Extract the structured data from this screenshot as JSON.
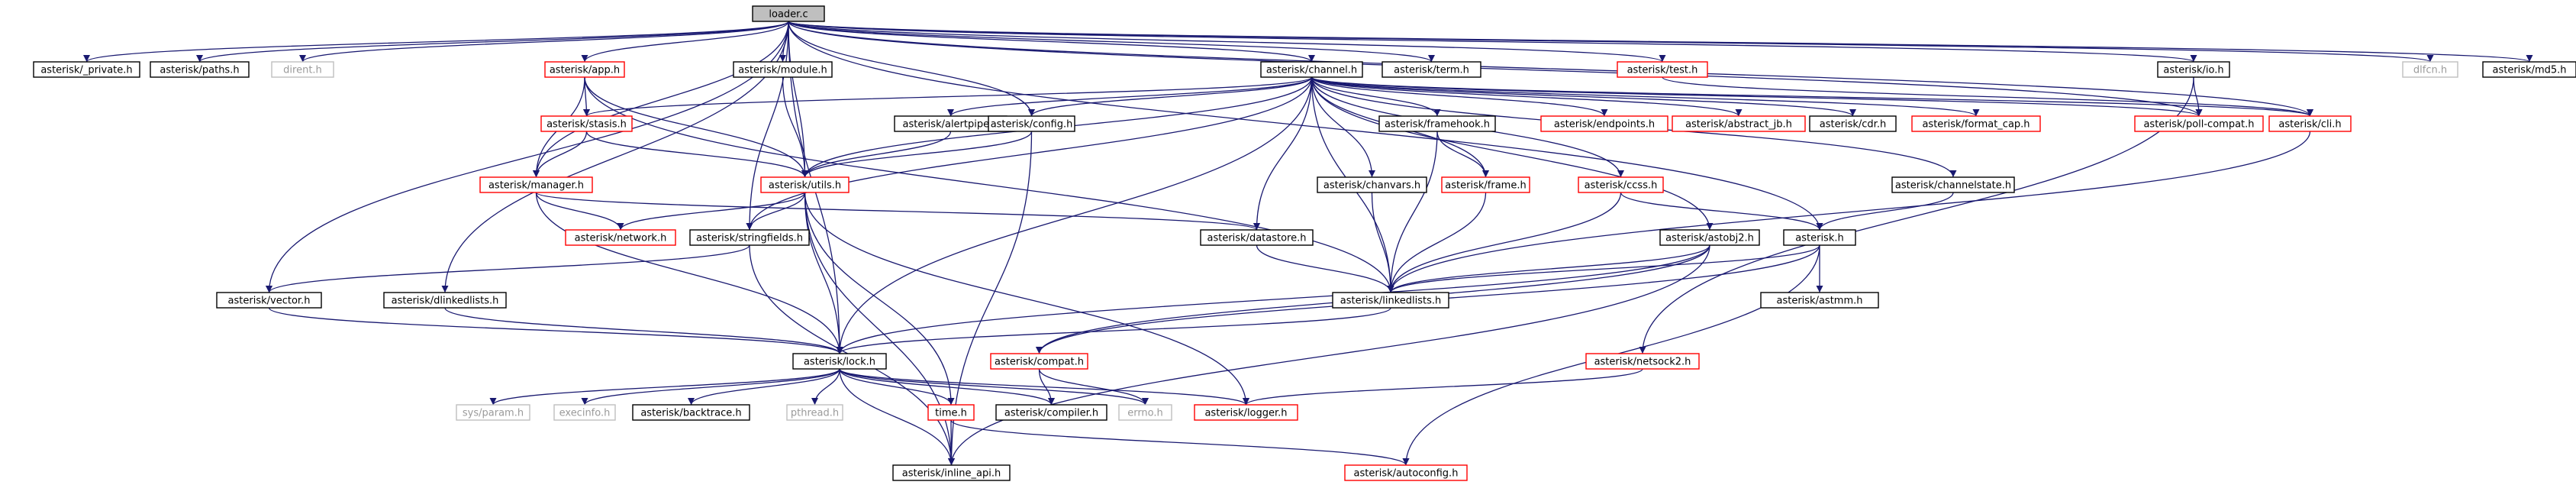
{
  "colors": {
    "root_fill": "#bfbfbf",
    "normal_border": "#000000",
    "incomplete_border": "#ff0000",
    "missing_border": "#bfbfbf",
    "missing_text": "#9a9a9a",
    "edge": "#191970"
  },
  "nodes": {
    "loader": {
      "label": "loader.c",
      "kind": "root"
    },
    "private": {
      "label": "asterisk/_private.h",
      "kind": "normal"
    },
    "paths": {
      "label": "asterisk/paths.h",
      "kind": "normal"
    },
    "dirent": {
      "label": "dirent.h",
      "kind": "missing"
    },
    "app": {
      "label": "asterisk/app.h",
      "kind": "incomplete"
    },
    "module": {
      "label": "asterisk/module.h",
      "kind": "normal"
    },
    "channel": {
      "label": "asterisk/channel.h",
      "kind": "normal"
    },
    "term": {
      "label": "asterisk/term.h",
      "kind": "normal"
    },
    "test": {
      "label": "asterisk/test.h",
      "kind": "incomplete"
    },
    "io": {
      "label": "asterisk/io.h",
      "kind": "normal"
    },
    "dlfcn": {
      "label": "dlfcn.h",
      "kind": "missing"
    },
    "md5": {
      "label": "asterisk/md5.h",
      "kind": "normal"
    },
    "stasis": {
      "label": "asterisk/stasis.h",
      "kind": "incomplete"
    },
    "alertpipe": {
      "label": "asterisk/alertpipe.h",
      "kind": "normal"
    },
    "config": {
      "label": "asterisk/config.h",
      "kind": "normal"
    },
    "framehook": {
      "label": "asterisk/framehook.h",
      "kind": "normal"
    },
    "endpoints": {
      "label": "asterisk/endpoints.h",
      "kind": "incomplete"
    },
    "abstract_jb": {
      "label": "asterisk/abstract_jb.h",
      "kind": "incomplete"
    },
    "cdr": {
      "label": "asterisk/cdr.h",
      "kind": "normal"
    },
    "format_cap": {
      "label": "asterisk/format_cap.h",
      "kind": "incomplete"
    },
    "poll_compat": {
      "label": "asterisk/poll-compat.h",
      "kind": "incomplete"
    },
    "cli": {
      "label": "asterisk/cli.h",
      "kind": "incomplete"
    },
    "manager": {
      "label": "asterisk/manager.h",
      "kind": "incomplete"
    },
    "utils": {
      "label": "asterisk/utils.h",
      "kind": "incomplete"
    },
    "frame": {
      "label": "asterisk/frame.h",
      "kind": "incomplete"
    },
    "chanvars": {
      "label": "asterisk/chanvars.h",
      "kind": "normal"
    },
    "ccss": {
      "label": "asterisk/ccss.h",
      "kind": "incomplete"
    },
    "channelstate": {
      "label": "asterisk/channelstate.h",
      "kind": "normal"
    },
    "network": {
      "label": "asterisk/network.h",
      "kind": "incomplete"
    },
    "stringfields": {
      "label": "asterisk/stringfields.h",
      "kind": "normal"
    },
    "datastore": {
      "label": "asterisk/datastore.h",
      "kind": "normal"
    },
    "astobj2": {
      "label": "asterisk/astobj2.h",
      "kind": "normal"
    },
    "asterisk": {
      "label": "asterisk.h",
      "kind": "normal"
    },
    "vector": {
      "label": "asterisk/vector.h",
      "kind": "normal"
    },
    "dlinkedlists": {
      "label": "asterisk/dlinkedlists.h",
      "kind": "normal"
    },
    "linkedlists": {
      "label": "asterisk/linkedlists.h",
      "kind": "normal"
    },
    "astmm": {
      "label": "asterisk/astmm.h",
      "kind": "normal"
    },
    "lock": {
      "label": "asterisk/lock.h",
      "kind": "normal"
    },
    "compat": {
      "label": "asterisk/compat.h",
      "kind": "incomplete"
    },
    "netsock2": {
      "label": "asterisk/netsock2.h",
      "kind": "incomplete"
    },
    "sysparam": {
      "label": "sys/param.h",
      "kind": "missing"
    },
    "execinfo": {
      "label": "execinfo.h",
      "kind": "missing"
    },
    "backtrace": {
      "label": "asterisk/backtrace.h",
      "kind": "normal"
    },
    "pthread": {
      "label": "pthread.h",
      "kind": "missing"
    },
    "time": {
      "label": "time.h",
      "kind": "incomplete"
    },
    "compiler": {
      "label": "asterisk/compiler.h",
      "kind": "normal"
    },
    "errno": {
      "label": "errno.h",
      "kind": "missing"
    },
    "logger": {
      "label": "asterisk/logger.h",
      "kind": "incomplete"
    },
    "inline_api": {
      "label": "asterisk/inline_api.h",
      "kind": "normal"
    },
    "autoconfig": {
      "label": "asterisk/autoconfig.h",
      "kind": "incomplete"
    }
  },
  "edges": [
    [
      "loader",
      "private"
    ],
    [
      "loader",
      "paths"
    ],
    [
      "loader",
      "dirent"
    ],
    [
      "loader",
      "app"
    ],
    [
      "loader",
      "module"
    ],
    [
      "loader",
      "channel"
    ],
    [
      "loader",
      "term"
    ],
    [
      "loader",
      "test"
    ],
    [
      "loader",
      "io"
    ],
    [
      "loader",
      "dlfcn"
    ],
    [
      "loader",
      "md5"
    ],
    [
      "loader",
      "manager"
    ],
    [
      "loader",
      "utils"
    ],
    [
      "loader",
      "config"
    ],
    [
      "loader",
      "vector"
    ],
    [
      "loader",
      "dlinkedlists"
    ],
    [
      "loader",
      "lock"
    ],
    [
      "loader",
      "stringfields"
    ],
    [
      "loader",
      "cli"
    ],
    [
      "loader",
      "asterisk"
    ],
    [
      "loader",
      "poll_compat"
    ],
    [
      "app",
      "stasis"
    ],
    [
      "app",
      "utils"
    ],
    [
      "app",
      "manager"
    ],
    [
      "app",
      "linkedlists"
    ],
    [
      "module",
      "utils"
    ],
    [
      "channel",
      "stasis"
    ],
    [
      "channel",
      "alertpipe"
    ],
    [
      "channel",
      "config"
    ],
    [
      "channel",
      "framehook"
    ],
    [
      "channel",
      "endpoints"
    ],
    [
      "channel",
      "abstract_jb"
    ],
    [
      "channel",
      "cdr"
    ],
    [
      "channel",
      "format_cap"
    ],
    [
      "channel",
      "poll_compat"
    ],
    [
      "channel",
      "cli"
    ],
    [
      "channel",
      "utils"
    ],
    [
      "channel",
      "frame"
    ],
    [
      "channel",
      "chanvars"
    ],
    [
      "channel",
      "ccss"
    ],
    [
      "channel",
      "channelstate"
    ],
    [
      "channel",
      "astobj2"
    ],
    [
      "channel",
      "datastore"
    ],
    [
      "channel",
      "stringfields"
    ],
    [
      "channel",
      "linkedlists"
    ],
    [
      "channel",
      "lock"
    ],
    [
      "test",
      "cli"
    ],
    [
      "io",
      "poll_compat"
    ],
    [
      "io",
      "netsock2"
    ],
    [
      "stasis",
      "manager"
    ],
    [
      "stasis",
      "utils"
    ],
    [
      "alertpipe",
      "utils"
    ],
    [
      "config",
      "utils"
    ],
    [
      "config",
      "inline_api"
    ],
    [
      "framehook",
      "frame"
    ],
    [
      "framehook",
      "linkedlists"
    ],
    [
      "cli",
      "linkedlists"
    ],
    [
      "manager",
      "network"
    ],
    [
      "manager",
      "datastore"
    ],
    [
      "manager",
      "lock"
    ],
    [
      "utils",
      "network"
    ],
    [
      "utils",
      "stringfields"
    ],
    [
      "utils",
      "lock"
    ],
    [
      "utils",
      "time"
    ],
    [
      "utils",
      "logger"
    ],
    [
      "utils",
      "inline_api"
    ],
    [
      "frame",
      "linkedlists"
    ],
    [
      "chanvars",
      "linkedlists"
    ],
    [
      "ccss",
      "asterisk"
    ],
    [
      "ccss",
      "linkedlists"
    ],
    [
      "channelstate",
      "asterisk"
    ],
    [
      "stringfields",
      "vector"
    ],
    [
      "stringfields",
      "inline_api"
    ],
    [
      "datastore",
      "linkedlists"
    ],
    [
      "astobj2",
      "linkedlists"
    ],
    [
      "astobj2",
      "lock"
    ],
    [
      "astobj2",
      "compat"
    ],
    [
      "astobj2",
      "inline_api"
    ],
    [
      "asterisk",
      "astmm"
    ],
    [
      "asterisk",
      "linkedlists"
    ],
    [
      "asterisk",
      "compat"
    ],
    [
      "asterisk",
      "autoconfig"
    ],
    [
      "vector",
      "lock"
    ],
    [
      "dlinkedlists",
      "lock"
    ],
    [
      "linkedlists",
      "lock"
    ],
    [
      "lock",
      "sysparam"
    ],
    [
      "lock",
      "execinfo"
    ],
    [
      "lock",
      "backtrace"
    ],
    [
      "lock",
      "pthread"
    ],
    [
      "lock",
      "time"
    ],
    [
      "lock",
      "compiler"
    ],
    [
      "lock",
      "errno"
    ],
    [
      "lock",
      "logger"
    ],
    [
      "lock",
      "inline_api"
    ],
    [
      "compat",
      "compiler"
    ],
    [
      "compat",
      "errno"
    ],
    [
      "netsock2",
      "logger"
    ],
    [
      "time",
      "inline_api"
    ],
    [
      "time",
      "autoconfig"
    ]
  ]
}
